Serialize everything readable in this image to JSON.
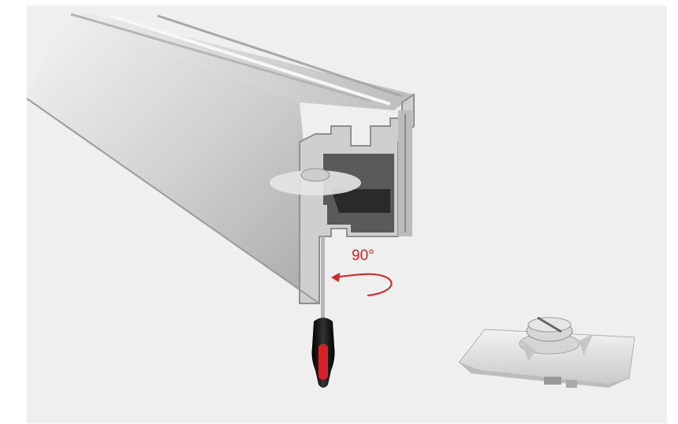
{
  "illustration": {
    "rotation_label": "90°",
    "colors": {
      "background": "#efefef",
      "arrow": "#d2232a",
      "profile_light": "#d9d9d9",
      "profile_dark": "#8f8f8f",
      "handle_black": "#1a1a1a",
      "handle_red": "#d2232a",
      "fitting": "#e4e4e4"
    },
    "icons": [
      "aluminium-profile",
      "screwdriver",
      "rotation-arrow",
      "clamp-fitting"
    ]
  }
}
